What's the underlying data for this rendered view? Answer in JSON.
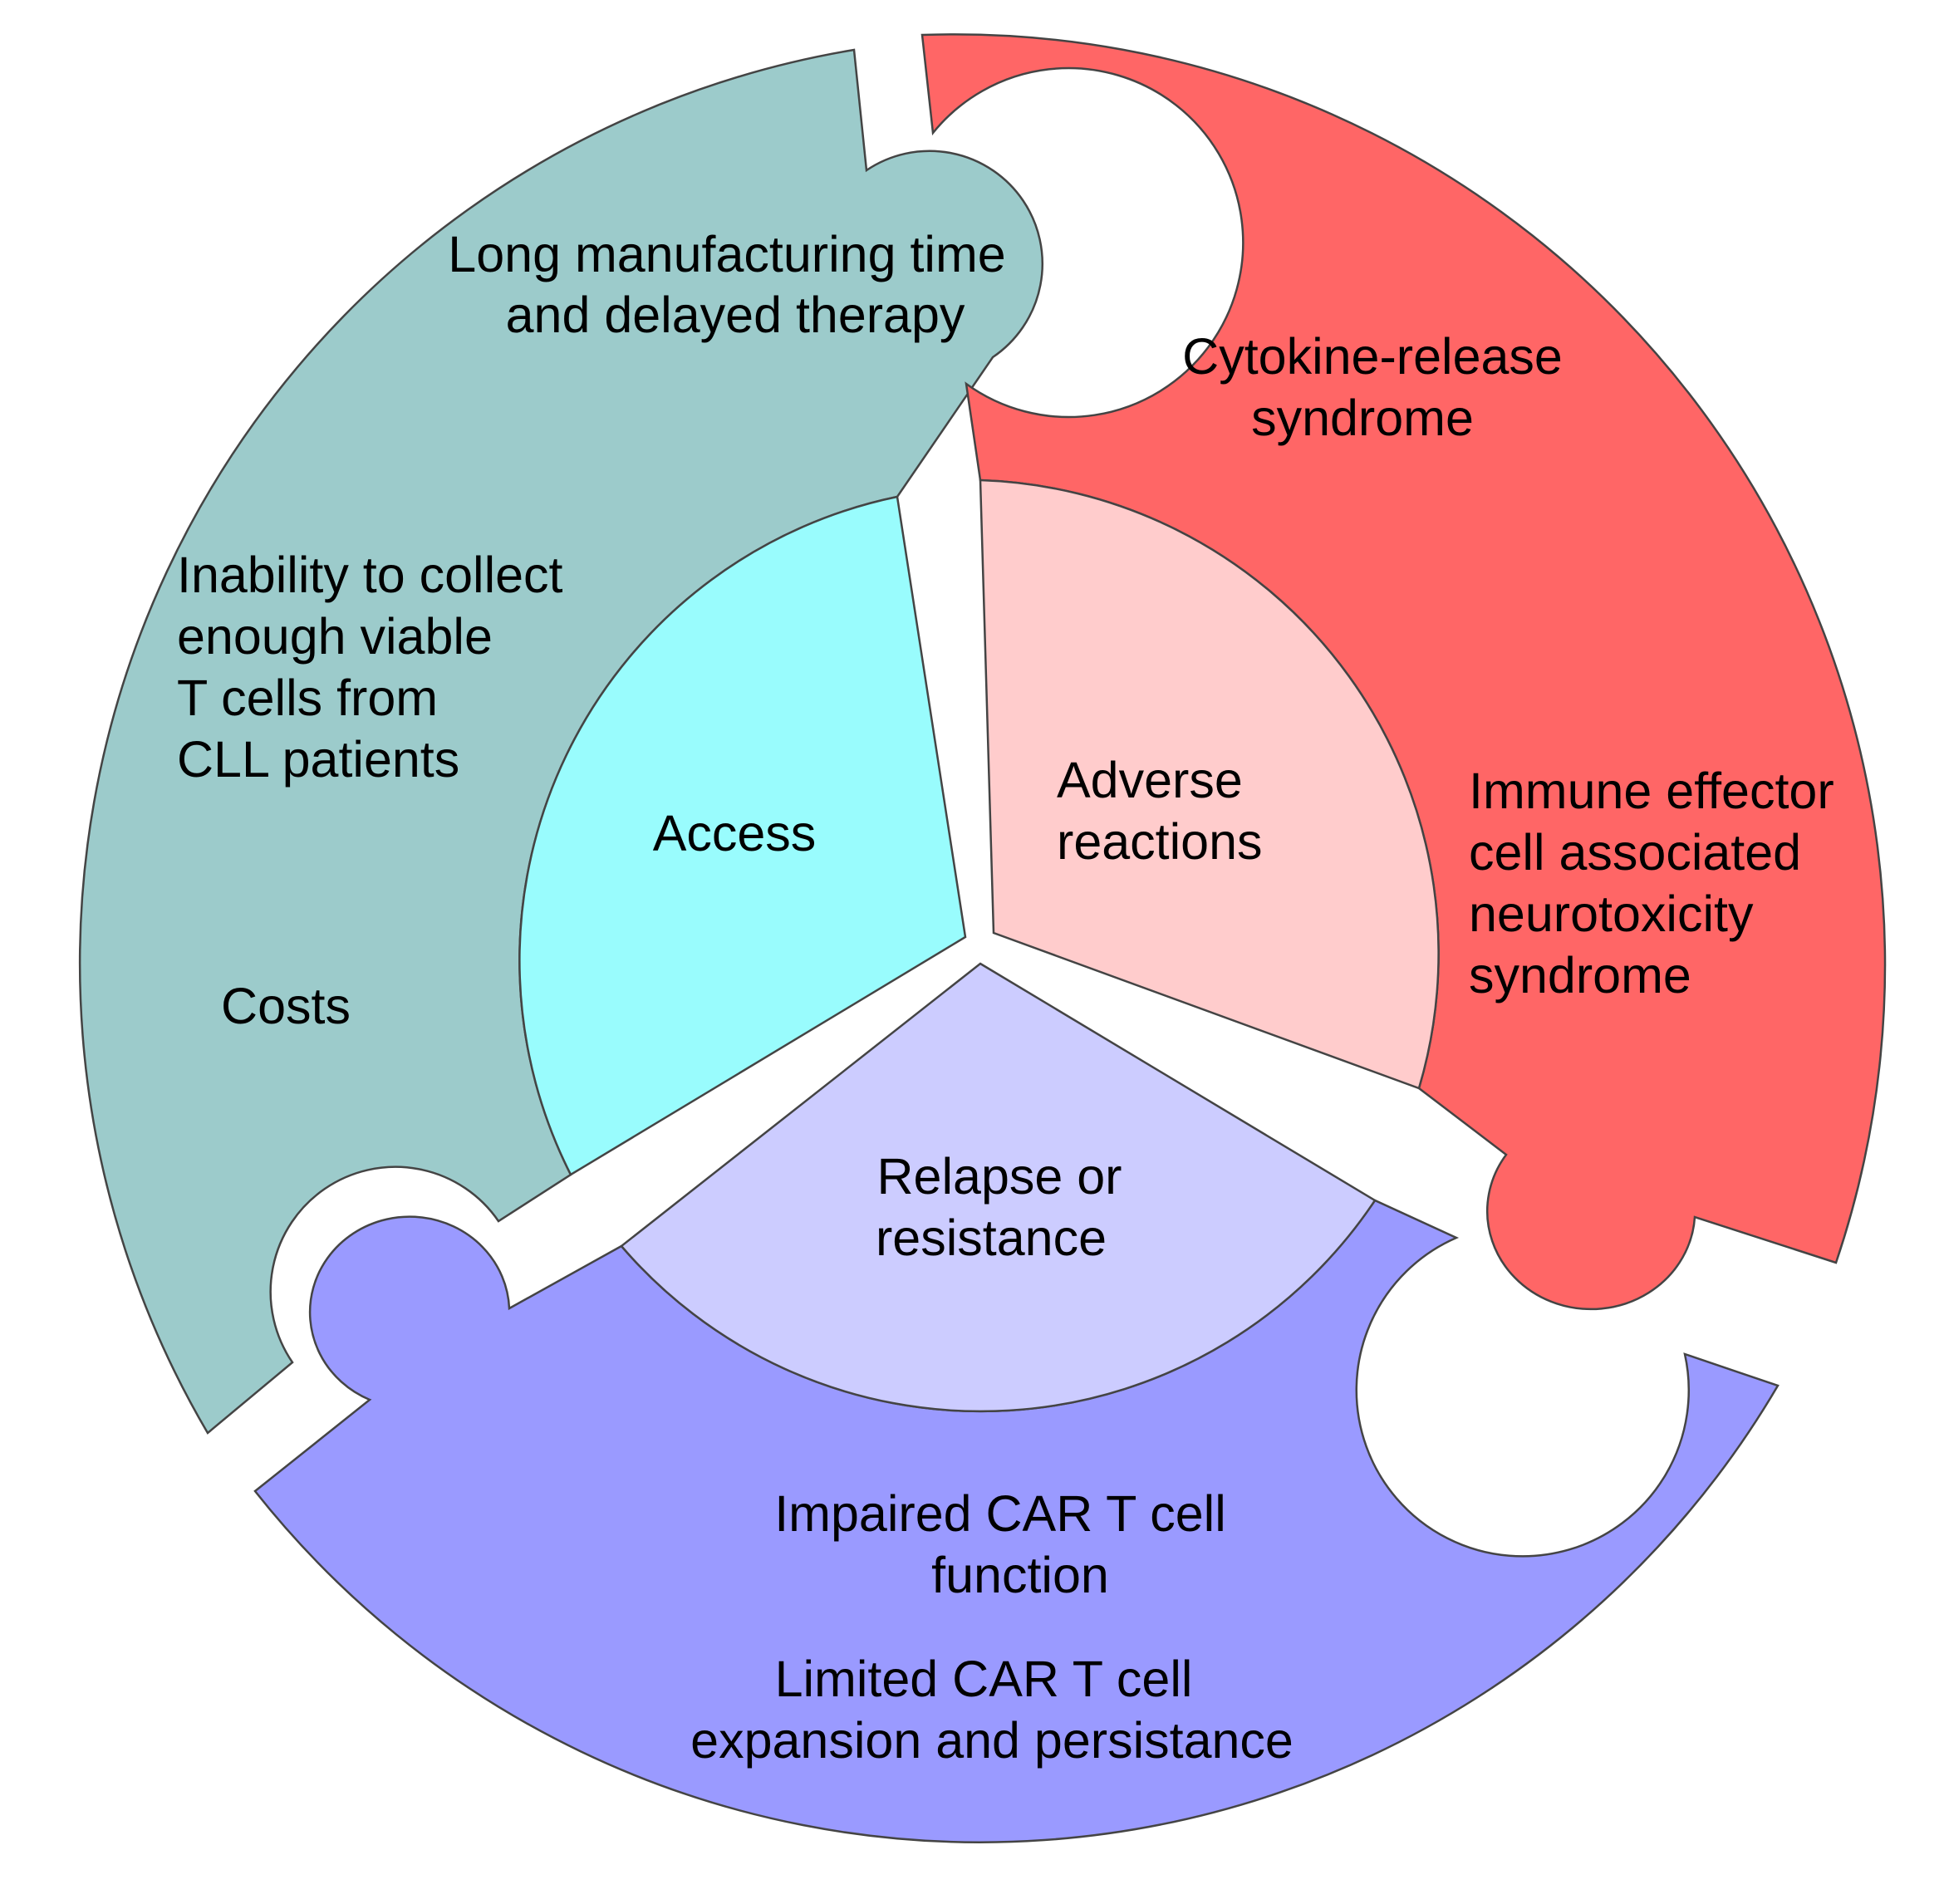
{
  "colors": {
    "access_outer": "#9ccbcb",
    "access_inner": "#99fcfd",
    "adverse_outer": "#ff6666",
    "adverse_inner": "#ffcccc",
    "relapse_outer": "#9a9aff",
    "relapse_inner": "#ccccff"
  },
  "segments": {
    "access": {
      "title": "Access",
      "items": [
        [
          "Long manufacturing time",
          "and delayed therapy"
        ],
        [
          "Inability to collect",
          "enough viable",
          "T cells from",
          "CLL patients"
        ],
        [
          "Costs"
        ]
      ]
    },
    "adverse": {
      "title": [
        "Adverse",
        "reactions"
      ],
      "items": [
        [
          "Cytokine-release",
          "syndrome"
        ],
        [
          "Immune effector",
          "cell associated",
          "neurotoxicity",
          "syndrome"
        ]
      ]
    },
    "relapse": {
      "title": [
        "Relapse or",
        "resistance"
      ],
      "items": [
        [
          "Impaired CAR T cell",
          "function"
        ],
        [
          "Limited CAR T cell",
          "expansion and persistance"
        ]
      ]
    }
  }
}
